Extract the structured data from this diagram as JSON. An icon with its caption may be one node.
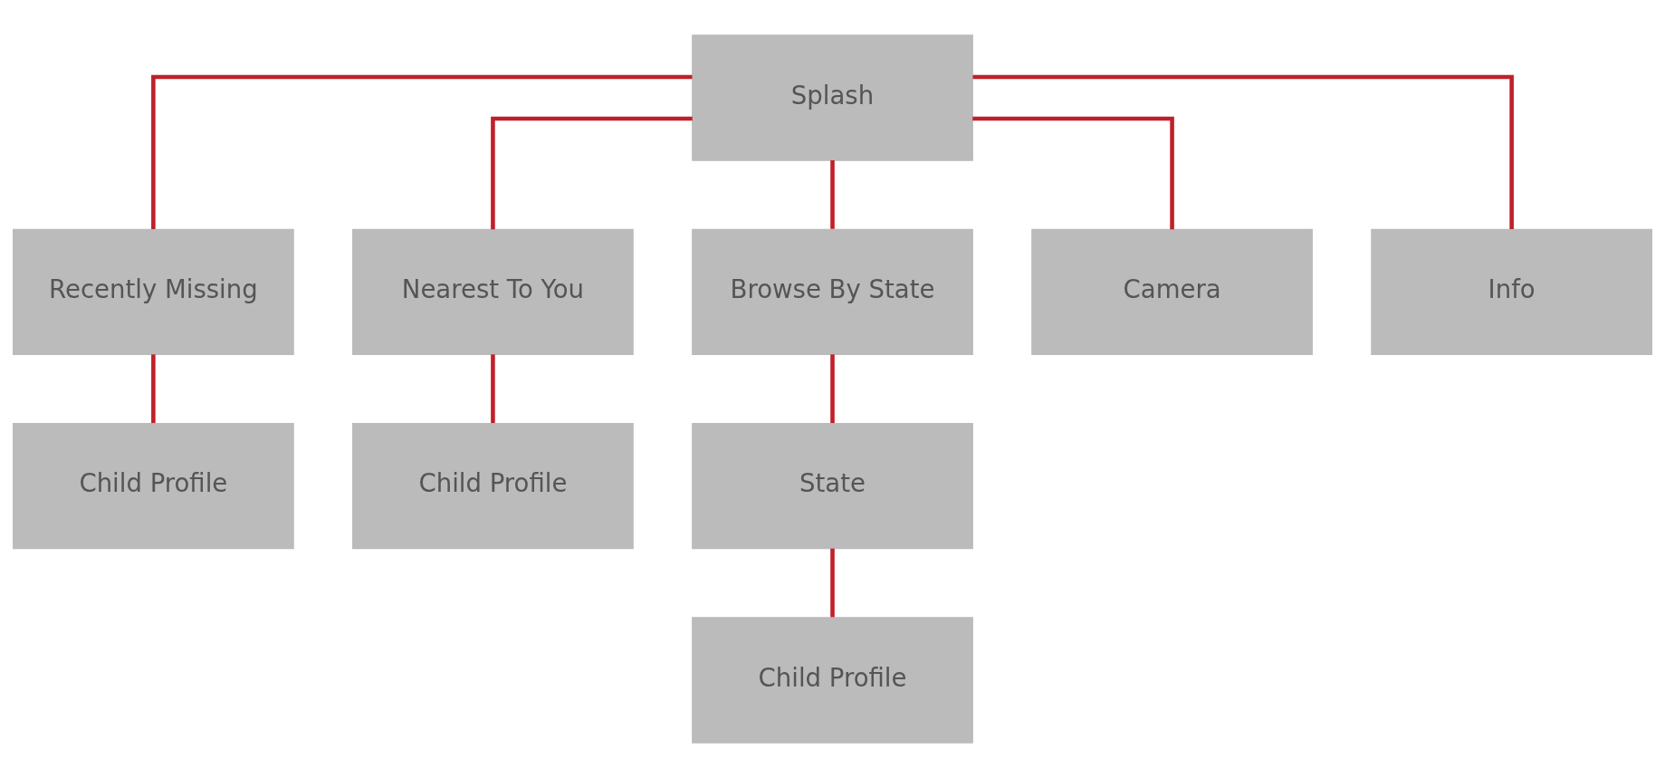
{
  "diagram": {
    "nodes": [
      {
        "text": [
          "Splash"
        ]
      },
      {
        "text": [
          "Recently Missing"
        ]
      },
      {
        "text": [
          "Nearest To You"
        ]
      },
      {
        "text": [
          "Browse By State"
        ]
      },
      {
        "text": [
          "Camera"
        ]
      },
      {
        "text": [
          "Info"
        ]
      },
      {
        "text": [
          "Child Profile"
        ]
      },
      {
        "text": [
          "Child Profile"
        ]
      },
      {
        "text": [
          "State"
        ]
      },
      {
        "text": [
          "Child Profile"
        ]
      }
    ],
    "edges": [
      {
        "from": 0,
        "to": 1,
        "arrow": "none"
      },
      {
        "from": 0,
        "to": 2,
        "arrow": "none"
      },
      {
        "from": 0,
        "to": 3,
        "arrow": "none"
      },
      {
        "from": 0,
        "to": 4,
        "arrow": "none"
      },
      {
        "from": 0,
        "to": 5,
        "arrow": "none"
      },
      {
        "from": 1,
        "to": 6,
        "arrow": "none"
      },
      {
        "from": 2,
        "to": 7,
        "arrow": "none"
      },
      {
        "from": 3,
        "to": 8,
        "arrow": "none"
      },
      {
        "from": 8,
        "to": 9,
        "arrow": "none"
      }
    ]
  }
}
